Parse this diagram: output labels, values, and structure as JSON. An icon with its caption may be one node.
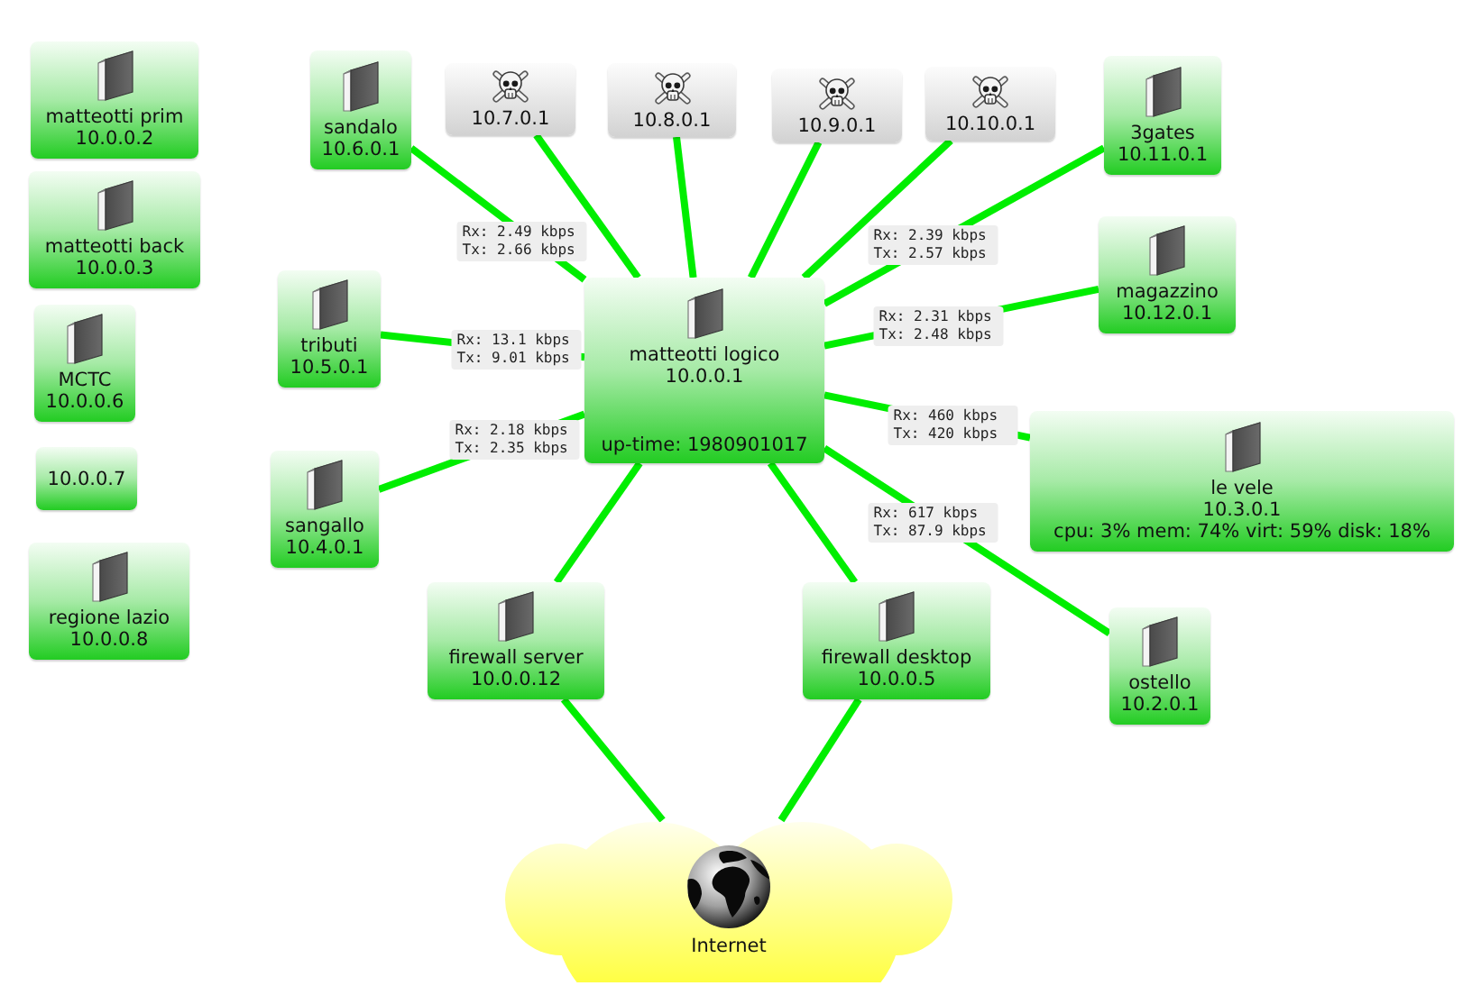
{
  "diagram": {
    "nodes": [
      {
        "text": [
          "matteotti prim",
          "10.0.0.2"
        ]
      },
      {
        "text": [
          "sandalo",
          "10.6.0.1"
        ]
      },
      {
        "text": [
          "10.7.0.1"
        ]
      },
      {
        "text": [
          "10.8.0.1"
        ]
      },
      {
        "text": [
          "10.9.0.1"
        ]
      },
      {
        "text": [
          "10.10.0.1"
        ]
      },
      {
        "text": [
          "3gates",
          "10.11.0.1"
        ]
      },
      {
        "text": [
          "matteotti back",
          "10.0.0.3"
        ]
      },
      {
        "text": [
          "magazzino",
          "10.12.0.1"
        ]
      },
      {
        "text": [
          "tributi",
          "10.5.0.1"
        ]
      },
      {
        "text": [
          "MCTC",
          "10.0.0.6"
        ]
      },
      {
        "text": [
          "matteotti logico",
          "10.0.0.1",
          "up-time: 1980901017"
        ]
      },
      {
        "text": [
          "le vele",
          "10.3.0.1",
          "cpu: 3% mem: 74% virt: 59% disk: 18%"
        ]
      },
      {
        "text": [
          "10.0.0.7"
        ]
      },
      {
        "text": [
          "sangallo",
          "10.4.0.1"
        ]
      },
      {
        "text": [
          "regione lazio",
          "10.0.0.8"
        ]
      },
      {
        "text": [
          "firewall server",
          "10.0.0.12"
        ]
      },
      {
        "text": [
          "firewall desktop",
          "10.0.0.5"
        ]
      },
      {
        "text": [
          "ostello",
          "10.2.0.1"
        ]
      },
      {
        "text": [
          "Internet"
        ]
      }
    ],
    "edges": [
      {
        "from": 1,
        "to": 11,
        "arrow": "none",
        "label": "Rx: 2.49 kbps Tx: 2.66 kbps"
      },
      {
        "from": 2,
        "to": 11,
        "arrow": "none"
      },
      {
        "from": 3,
        "to": 11,
        "arrow": "none"
      },
      {
        "from": 4,
        "to": 11,
        "arrow": "none"
      },
      {
        "from": 5,
        "to": 11,
        "arrow": "none"
      },
      {
        "from": 6,
        "to": 11,
        "arrow": "none",
        "label": "Rx: 2.39 kbps Tx: 2.57 kbps"
      },
      {
        "from": 8,
        "to": 11,
        "arrow": "none",
        "label": "Rx: 2.31 kbps Tx: 2.48 kbps"
      },
      {
        "from": 9,
        "to": 11,
        "arrow": "none",
        "label": "Rx: 13.1 kbps Tx: 9.01 kbps"
      },
      {
        "from": 12,
        "to": 11,
        "arrow": "none",
        "label": "Rx: 460 kbps Tx: 420 kbps"
      },
      {
        "from": 14,
        "to": 11,
        "arrow": "none",
        "label": "Rx: 2.18 kbps Tx: 2.35 kbps"
      },
      {
        "from": 18,
        "to": 11,
        "arrow": "none",
        "label": "Rx: 617 kbps Tx: 87.9 kbps"
      },
      {
        "from": 16,
        "to": 11,
        "arrow": "none"
      },
      {
        "from": 17,
        "to": 11,
        "arrow": "none"
      },
      {
        "from": 16,
        "to": 19,
        "arrow": "none"
      },
      {
        "from": 17,
        "to": 19,
        "arrow": "none"
      }
    ]
  }
}
